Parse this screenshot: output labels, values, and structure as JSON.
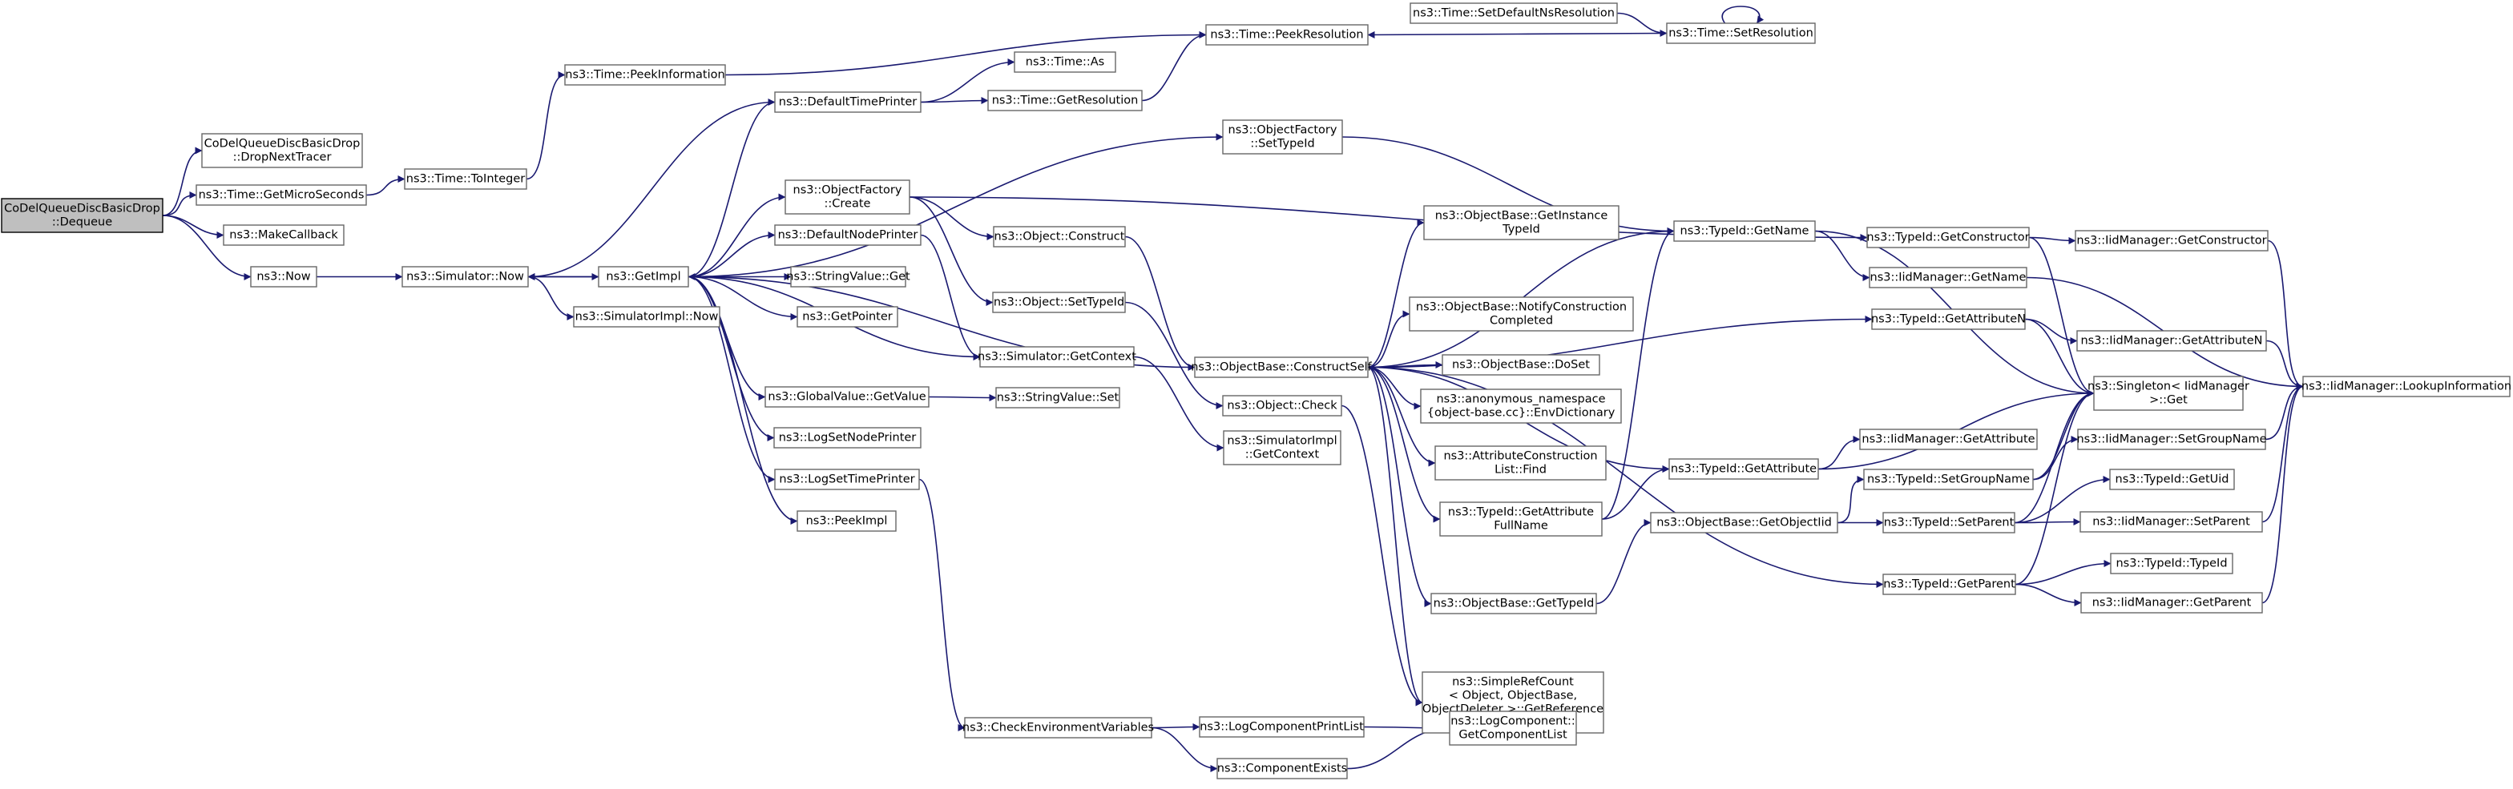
{
  "diagram": {
    "type": "call-graph",
    "nodes": [
      {
        "id": "root",
        "lines": [
          "CoDelQueueDiscBasicDrop",
          "::Dequeue"
        ],
        "root": true
      },
      {
        "id": "dropNextTracer",
        "lines": [
          "CoDelQueueDiscBasicDrop",
          "::DropNextTracer"
        ]
      },
      {
        "id": "getMicroSeconds",
        "lines": [
          "ns3::Time::GetMicroSeconds"
        ]
      },
      {
        "id": "makeCallback",
        "lines": [
          "ns3::MakeCallback"
        ]
      },
      {
        "id": "now",
        "lines": [
          "ns3::Now"
        ]
      },
      {
        "id": "toInteger",
        "lines": [
          "ns3::Time::ToInteger"
        ]
      },
      {
        "id": "simNow",
        "lines": [
          "ns3::Simulator::Now"
        ]
      },
      {
        "id": "peekInformation",
        "lines": [
          "ns3::Time::PeekInformation"
        ]
      },
      {
        "id": "getImpl",
        "lines": [
          "ns3::GetImpl"
        ]
      },
      {
        "id": "simImplNow",
        "lines": [
          "ns3::SimulatorImpl::Now"
        ]
      },
      {
        "id": "defaultTimePrinter",
        "lines": [
          "ns3::DefaultTimePrinter"
        ]
      },
      {
        "id": "objFactoryCreate",
        "lines": [
          "ns3::ObjectFactory",
          "::Create"
        ]
      },
      {
        "id": "defaultNodePrinter",
        "lines": [
          "ns3::DefaultNodePrinter"
        ]
      },
      {
        "id": "stringValueGet",
        "lines": [
          "ns3::StringValue::Get"
        ]
      },
      {
        "id": "getPointer",
        "lines": [
          "ns3::GetPointer"
        ]
      },
      {
        "id": "globalValueGetValue",
        "lines": [
          "ns3::GlobalValue::GetValue"
        ]
      },
      {
        "id": "logSetNodePrinter",
        "lines": [
          "ns3::LogSetNodePrinter"
        ]
      },
      {
        "id": "logSetTimePrinter",
        "lines": [
          "ns3::LogSetTimePrinter"
        ]
      },
      {
        "id": "peekImpl",
        "lines": [
          "ns3::PeekImpl"
        ]
      },
      {
        "id": "timeAs",
        "lines": [
          "ns3::Time::As"
        ]
      },
      {
        "id": "timeGetResolution",
        "lines": [
          "ns3::Time::GetResolution"
        ]
      },
      {
        "id": "peekResolution",
        "lines": [
          "ns3::Time::PeekResolution"
        ]
      },
      {
        "id": "setDefaultNsResolution",
        "lines": [
          "ns3::Time::SetDefaultNsResolution"
        ]
      },
      {
        "id": "setResolution",
        "lines": [
          "ns3::Time::SetResolution"
        ]
      },
      {
        "id": "objFactorySetTypeId",
        "lines": [
          "ns3::ObjectFactory",
          "::SetTypeId"
        ]
      },
      {
        "id": "objectConstruct",
        "lines": [
          "ns3::Object::Construct"
        ]
      },
      {
        "id": "objectSetTypeId",
        "lines": [
          "ns3::Object::SetTypeId"
        ]
      },
      {
        "id": "simGetContext",
        "lines": [
          "ns3::Simulator::GetContext"
        ]
      },
      {
        "id": "stringValueSet",
        "lines": [
          "ns3::StringValue::Set"
        ]
      },
      {
        "id": "checkEnvVars",
        "lines": [
          "ns3::CheckEnvironmentVariables"
        ]
      },
      {
        "id": "constructSelf",
        "lines": [
          "ns3::ObjectBase::ConstructSelf"
        ]
      },
      {
        "id": "objectCheck",
        "lines": [
          "ns3::Object::Check"
        ]
      },
      {
        "id": "simImplGetContext",
        "lines": [
          "ns3::SimulatorImpl",
          "::GetContext"
        ]
      },
      {
        "id": "logComponentPrintList",
        "lines": [
          "ns3::LogComponentPrintList"
        ]
      },
      {
        "id": "componentExists",
        "lines": [
          "ns3::ComponentExists"
        ]
      },
      {
        "id": "getInstanceTypeId",
        "lines": [
          "ns3::ObjectBase::GetInstance",
          "TypeId"
        ]
      },
      {
        "id": "notifyConstructionCompleted",
        "lines": [
          "ns3::ObjectBase::NotifyConstruction",
          "Completed"
        ]
      },
      {
        "id": "doSet",
        "lines": [
          "ns3::ObjectBase::DoSet"
        ]
      },
      {
        "id": "envDictionary",
        "lines": [
          "ns3::anonymous_namespace",
          "{object-base.cc}::EnvDictionary"
        ]
      },
      {
        "id": "attrConstructionListFind",
        "lines": [
          "ns3::AttributeConstruction",
          "List::Find"
        ]
      },
      {
        "id": "getAttributeFullName",
        "lines": [
          "ns3::TypeId::GetAttribute",
          "FullName"
        ]
      },
      {
        "id": "objectBaseGetTypeId",
        "lines": [
          "ns3::ObjectBase::GetTypeId"
        ]
      },
      {
        "id": "simpleRefCount",
        "lines": [
          "ns3::SimpleRefCount",
          "< Object, ObjectBase,",
          "ObjectDeleter >::GetReference",
          "Count"
        ]
      },
      {
        "id": "getComponentList",
        "lines": [
          "ns3::LogComponent::",
          "GetComponentList"
        ]
      },
      {
        "id": "typeIdGetName",
        "lines": [
          "ns3::TypeId::GetName"
        ]
      },
      {
        "id": "typeIdGetAttribute",
        "lines": [
          "ns3::TypeId::GetAttribute"
        ]
      },
      {
        "id": "getObjectIid",
        "lines": [
          "ns3::ObjectBase::GetObjectIid"
        ]
      },
      {
        "id": "typeIdGetConstructor",
        "lines": [
          "ns3::TypeId::GetConstructor"
        ]
      },
      {
        "id": "iidGetName",
        "lines": [
          "ns3::IidManager::GetName"
        ]
      },
      {
        "id": "typeIdGetAttributeN",
        "lines": [
          "ns3::TypeId::GetAttributeN"
        ]
      },
      {
        "id": "iidGetAttribute",
        "lines": [
          "ns3::IidManager::GetAttribute"
        ]
      },
      {
        "id": "typeIdSetGroupName",
        "lines": [
          "ns3::TypeId::SetGroupName"
        ]
      },
      {
        "id": "typeIdSetParent",
        "lines": [
          "ns3::TypeId::SetParent"
        ]
      },
      {
        "id": "typeIdGetParent",
        "lines": [
          "ns3::TypeId::GetParent"
        ]
      },
      {
        "id": "iidGetConstructor",
        "lines": [
          "ns3::IidManager::GetConstructor"
        ]
      },
      {
        "id": "iidGetAttributeN",
        "lines": [
          "ns3::IidManager::GetAttributeN"
        ]
      },
      {
        "id": "singletonGet",
        "lines": [
          "ns3::Singleton< IidManager",
          ">::Get"
        ]
      },
      {
        "id": "iidSetGroupName",
        "lines": [
          "ns3::IidManager::SetGroupName"
        ]
      },
      {
        "id": "typeIdGetUid",
        "lines": [
          "ns3::TypeId::GetUid"
        ]
      },
      {
        "id": "iidSetParent",
        "lines": [
          "ns3::IidManager::SetParent"
        ]
      },
      {
        "id": "typeIdTypeId",
        "lines": [
          "ns3::TypeId::TypeId"
        ]
      },
      {
        "id": "iidGetParent",
        "lines": [
          "ns3::IidManager::GetParent"
        ]
      },
      {
        "id": "lookupInformation",
        "lines": [
          "ns3::IidManager::LookupInformation"
        ]
      }
    ],
    "edges": [
      [
        "root",
        "dropNextTracer"
      ],
      [
        "root",
        "getMicroSeconds"
      ],
      [
        "root",
        "makeCallback"
      ],
      [
        "root",
        "now"
      ],
      [
        "getMicroSeconds",
        "toInteger"
      ],
      [
        "toInteger",
        "peekInformation"
      ],
      [
        "peekInformation",
        "peekResolution"
      ],
      [
        "now",
        "simNow"
      ],
      [
        "simNow",
        "getImpl"
      ],
      [
        "simNow",
        "simImplNow"
      ],
      [
        "getImpl",
        "simNow"
      ],
      [
        "getImpl",
        "defaultTimePrinter"
      ],
      [
        "getImpl",
        "objFactoryCreate"
      ],
      [
        "getImpl",
        "defaultNodePrinter"
      ],
      [
        "getImpl",
        "stringValueGet"
      ],
      [
        "getImpl",
        "getPointer"
      ],
      [
        "getImpl",
        "globalValueGetValue"
      ],
      [
        "getImpl",
        "logSetNodePrinter"
      ],
      [
        "getImpl",
        "logSetTimePrinter"
      ],
      [
        "getImpl",
        "peekImpl"
      ],
      [
        "getImpl",
        "objFactorySetTypeId"
      ],
      [
        "getImpl",
        "simGetContext"
      ],
      [
        "defaultTimePrinter",
        "timeAs"
      ],
      [
        "defaultTimePrinter",
        "timeGetResolution"
      ],
      [
        "defaultTimePrinter",
        "simNow"
      ],
      [
        "timeGetResolution",
        "peekResolution"
      ],
      [
        "setDefaultNsResolution",
        "setResolution"
      ],
      [
        "setResolution",
        "setResolution"
      ],
      [
        "setResolution",
        "peekResolution"
      ],
      [
        "objFactorySetTypeId",
        "typeIdGetName"
      ],
      [
        "objFactoryCreate",
        "objectConstruct"
      ],
      [
        "objFactoryCreate",
        "objectSetTypeId"
      ],
      [
        "objFactoryCreate",
        "typeIdGetConstructor"
      ],
      [
        "defaultNodePrinter",
        "simGetContext"
      ],
      [
        "globalValueGetValue",
        "stringValueSet"
      ],
      [
        "logSetTimePrinter",
        "checkEnvVars"
      ],
      [
        "objectConstruct",
        "constructSelf"
      ],
      [
        "objectSetTypeId",
        "objectCheck"
      ],
      [
        "simGetContext",
        "simImplGetContext"
      ],
      [
        "checkEnvVars",
        "logComponentPrintList"
      ],
      [
        "checkEnvVars",
        "componentExists"
      ],
      [
        "logComponentPrintList",
        "getComponentList"
      ],
      [
        "componentExists",
        "getComponentList"
      ],
      [
        "constructSelf",
        "getInstanceTypeId"
      ],
      [
        "constructSelf",
        "notifyConstructionCompleted"
      ],
      [
        "constructSelf",
        "doSet"
      ],
      [
        "constructSelf",
        "envDictionary"
      ],
      [
        "constructSelf",
        "attrConstructionListFind"
      ],
      [
        "constructSelf",
        "getAttributeFullName"
      ],
      [
        "constructSelf",
        "objectBaseGetTypeId"
      ],
      [
        "constructSelf",
        "typeIdGetName"
      ],
      [
        "constructSelf",
        "typeIdGetAttribute"
      ],
      [
        "constructSelf",
        "typeIdGetAttributeN"
      ],
      [
        "constructSelf",
        "typeIdGetParent"
      ],
      [
        "constructSelf",
        "simpleRefCount"
      ],
      [
        "constructSelf",
        "getImpl"
      ],
      [
        "objectCheck",
        "simpleRefCount"
      ],
      [
        "getAttributeFullName",
        "typeIdGetAttribute"
      ],
      [
        "getAttributeFullName",
        "typeIdGetName"
      ],
      [
        "objectBaseGetTypeId",
        "getObjectIid"
      ],
      [
        "typeIdGetName",
        "iidGetName"
      ],
      [
        "typeIdGetName",
        "singletonGet"
      ],
      [
        "typeIdGetAttribute",
        "iidGetAttribute"
      ],
      [
        "typeIdGetAttribute",
        "singletonGet"
      ],
      [
        "getObjectIid",
        "typeIdSetGroupName"
      ],
      [
        "getObjectIid",
        "typeIdSetParent"
      ],
      [
        "typeIdGetConstructor",
        "iidGetConstructor"
      ],
      [
        "typeIdGetConstructor",
        "singletonGet"
      ],
      [
        "iidGetName",
        "lookupInformation"
      ],
      [
        "typeIdGetAttributeN",
        "iidGetAttributeN"
      ],
      [
        "typeIdGetAttributeN",
        "singletonGet"
      ],
      [
        "typeIdSetGroupName",
        "iidSetGroupName"
      ],
      [
        "typeIdSetGroupName",
        "singletonGet"
      ],
      [
        "typeIdSetParent",
        "typeIdGetUid"
      ],
      [
        "typeIdSetParent",
        "iidSetParent"
      ],
      [
        "typeIdSetParent",
        "singletonGet"
      ],
      [
        "typeIdGetParent",
        "typeIdTypeId"
      ],
      [
        "typeIdGetParent",
        "iidGetParent"
      ],
      [
        "typeIdGetParent",
        "singletonGet"
      ],
      [
        "iidGetConstructor",
        "lookupInformation"
      ],
      [
        "iidGetAttributeN",
        "lookupInformation"
      ],
      [
        "iidSetGroupName",
        "lookupInformation"
      ],
      [
        "iidSetParent",
        "lookupInformation"
      ],
      [
        "iidGetParent",
        "lookupInformation"
      ]
    ]
  }
}
